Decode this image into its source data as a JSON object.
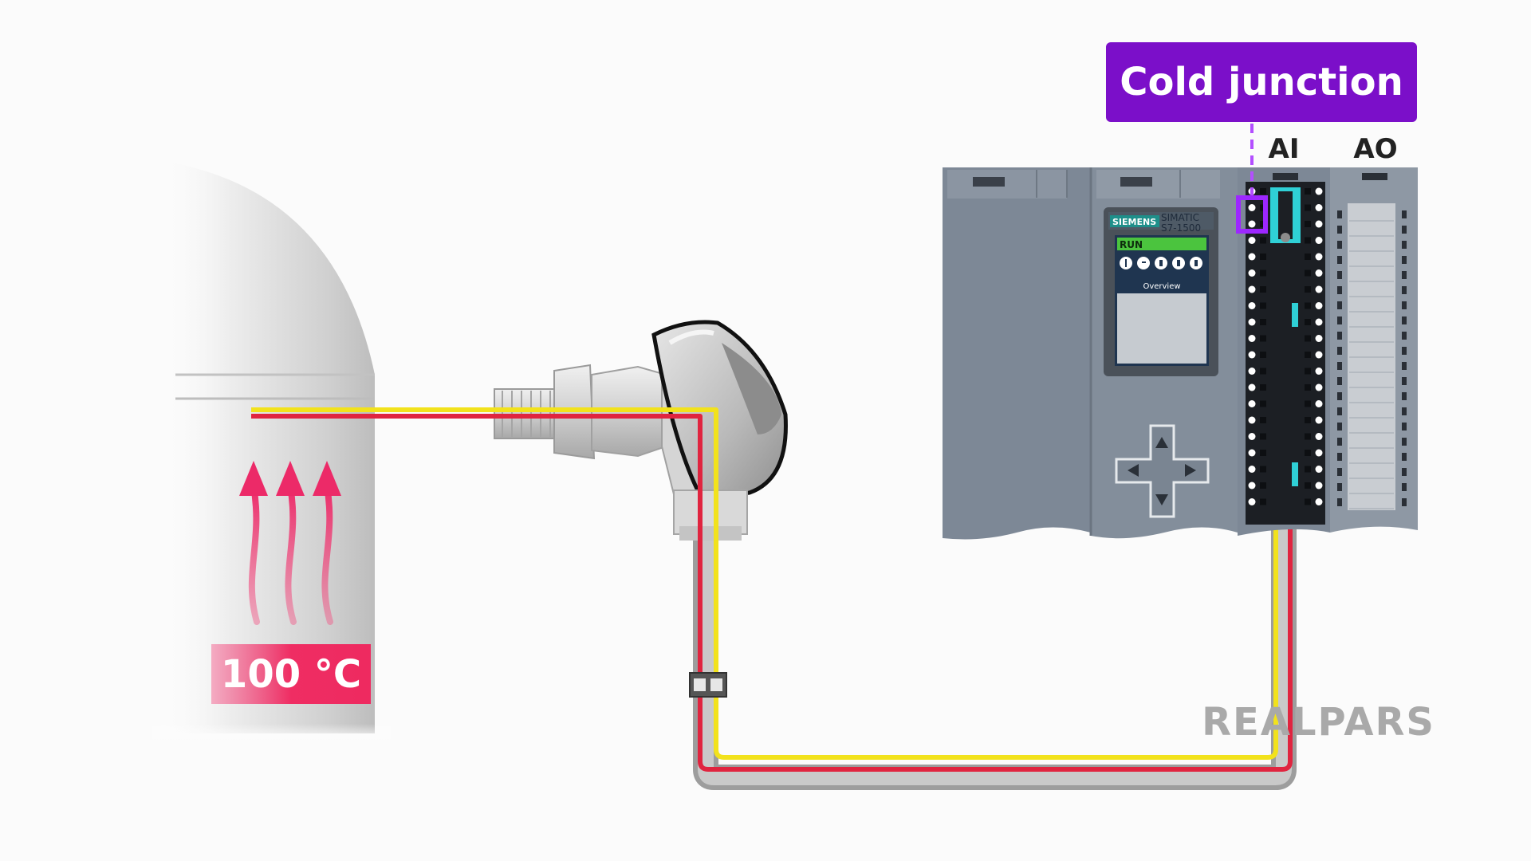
{
  "tank": {
    "temperature_label": "100 °C"
  },
  "callout": {
    "label": "Cold junction"
  },
  "modules": {
    "ai_label": "AI",
    "ao_label": "AO"
  },
  "cpu": {
    "brand": "SIEMENS",
    "model_line1": "SIMATIC",
    "model_line2": "S7-1500",
    "status": "RUN",
    "screen_title": "Overview"
  },
  "logo": {
    "text": "REALPARS"
  },
  "colors": {
    "wire_positive": "#f2e21c",
    "wire_negative": "#e0243f",
    "callout": "#7b0fc9",
    "temperature_badge": "#ef2d63",
    "plc_body": "#7d8896",
    "tank": "#c7c7c7"
  }
}
